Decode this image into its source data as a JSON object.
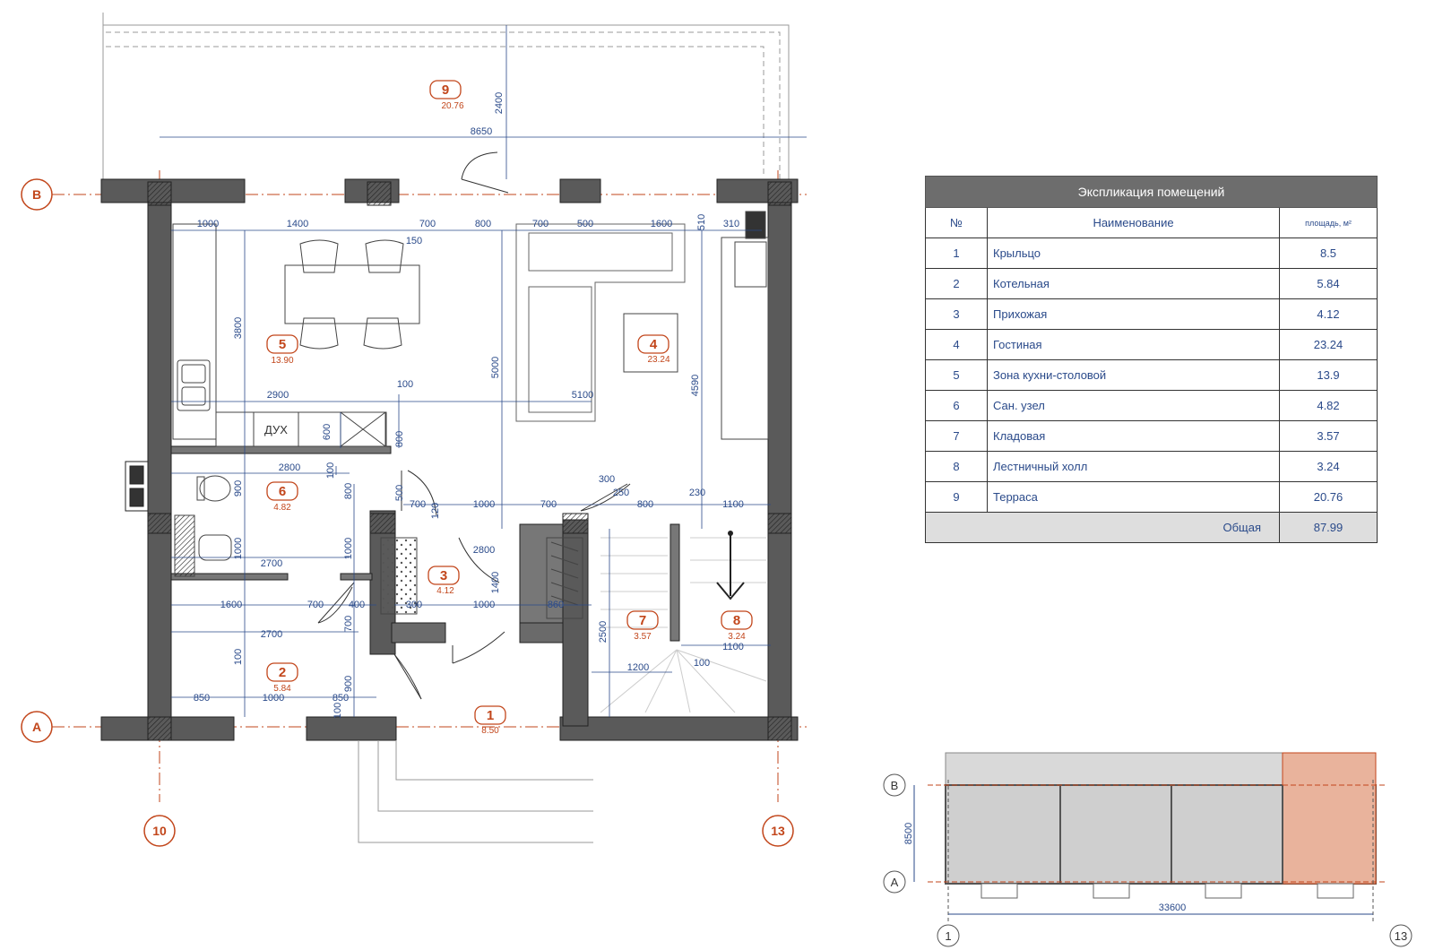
{
  "axes": {
    "B": "В",
    "A": "А",
    "left": "10",
    "right": "13"
  },
  "rooms": [
    {
      "num": "1",
      "area": "8.50"
    },
    {
      "num": "2",
      "area": "5.84"
    },
    {
      "num": "3",
      "area": "4.12"
    },
    {
      "num": "4",
      "area": "23.24"
    },
    {
      "num": "5",
      "area": "13.90"
    },
    {
      "num": "6",
      "area": "4.82"
    },
    {
      "num": "7",
      "area": "3.57"
    },
    {
      "num": "8",
      "area": "3.24"
    },
    {
      "num": "9",
      "area": "20.76"
    }
  ],
  "dims": {
    "d8650": "8650",
    "d2400": "2400",
    "d1000a": "1000",
    "d1400": "1400",
    "d700a": "700",
    "d800a": "800",
    "d700b": "700",
    "d500": "500",
    "d1600": "1600",
    "d510": "510",
    "d310": "310",
    "d150": "150",
    "d3800": "3800",
    "d5000": "5000",
    "d4590": "4590",
    "d2900": "2900",
    "d100a": "100",
    "d5100": "5100",
    "d600": "600",
    "d800b": "800",
    "d2800a": "2800",
    "d100b": "100",
    "d900a": "900",
    "d800c": "800",
    "d500b": "500",
    "d300a": "300",
    "d700c": "700",
    "d120": "120",
    "d1000b": "1000",
    "d700d": "700",
    "d250": "250",
    "d800d": "800",
    "d230": "230",
    "d1100a": "1100",
    "d1000c": "1000",
    "d1000d": "1000",
    "d2700a": "2700",
    "d2800b": "2800",
    "d1600b": "1600",
    "d700e": "700",
    "d400": "400",
    "d300b": "300",
    "d1000e": "1000",
    "d860": "860",
    "d2700b": "2700",
    "d1100b": "1100",
    "d100c": "100",
    "d1200": "1200",
    "d2500": "2500",
    "d700f": "700",
    "d100d": "100",
    "d900b": "900",
    "d850a": "850",
    "d1000f": "1000",
    "d850b": "850",
    "d100e": "100"
  },
  "fixtures": {
    "oven": "ДУХ"
  },
  "explication": {
    "title": "Экспликация помещений",
    "headers": {
      "num": "№",
      "name": "Наименование",
      "area": "площадь, м²"
    },
    "rows": [
      {
        "num": "1",
        "name": "Крыльцо",
        "area": "8.5"
      },
      {
        "num": "2",
        "name": "Котельная",
        "area": "5.84"
      },
      {
        "num": "3",
        "name": "Прихожая",
        "area": "4.12"
      },
      {
        "num": "4",
        "name": "Гостиная",
        "area": "23.24"
      },
      {
        "num": "5",
        "name": "Зона кухни-столовой",
        "area": "13.9"
      },
      {
        "num": "6",
        "name": "Сан. узел",
        "area": "4.82"
      },
      {
        "num": "7",
        "name": "Кладовая",
        "area": "3.57"
      },
      {
        "num": "8",
        "name": "Лестничный холл",
        "area": "3.24"
      },
      {
        "num": "9",
        "name": "Терраса",
        "area": "20.76"
      }
    ],
    "total_label": "Общая",
    "total_area": "87.99"
  },
  "keyplan": {
    "axis_b": "В",
    "axis_a": "А",
    "axis_1": "1",
    "axis_13": "13",
    "depth_dim": "8500",
    "length_dim": "33600"
  },
  "colors": {
    "axis": "#c2461b",
    "dimension": "#2a4a8a",
    "wall": "#5a5a5a",
    "highlight": "#e9b39c"
  }
}
